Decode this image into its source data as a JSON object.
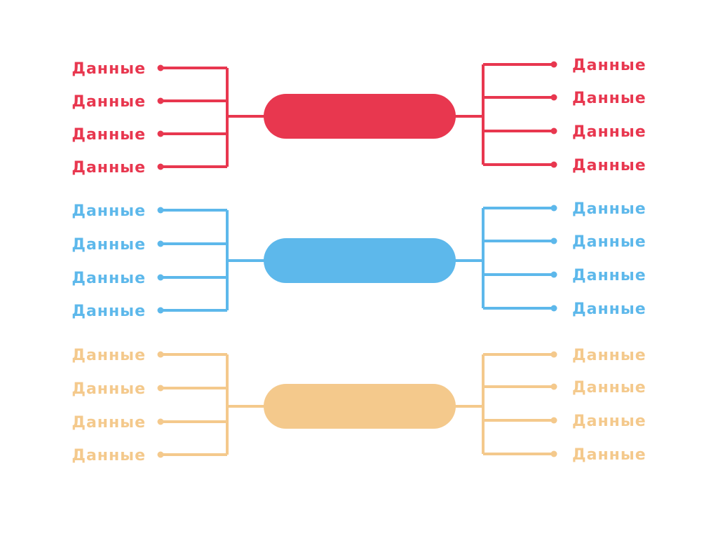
{
  "colors": {
    "red": "#E8374F",
    "blue": "#5DB8EB",
    "orange": "#F4C98C",
    "background": "#FFFFFF"
  },
  "groups": [
    {
      "id": "red",
      "color": "#E8374F",
      "center_label": "",
      "left_items": [
        "Данные",
        "Данные",
        "Данные",
        "Данные"
      ],
      "right_items": [
        "Данные",
        "Данные",
        "Данные",
        "Данные"
      ]
    },
    {
      "id": "blue",
      "color": "#5DB8EB",
      "center_label": "",
      "left_items": [
        "Данные",
        "Данные",
        "Данные",
        "Данные"
      ],
      "right_items": [
        "Данные",
        "Данные",
        "Данные",
        "Данные"
      ]
    },
    {
      "id": "orange",
      "color": "#F4C98C",
      "center_label": "",
      "left_items": [
        "Данные",
        "Данные",
        "Данные",
        "Данные"
      ],
      "right_items": [
        "Данные",
        "Данные",
        "Данные",
        "Данные"
      ]
    }
  ]
}
